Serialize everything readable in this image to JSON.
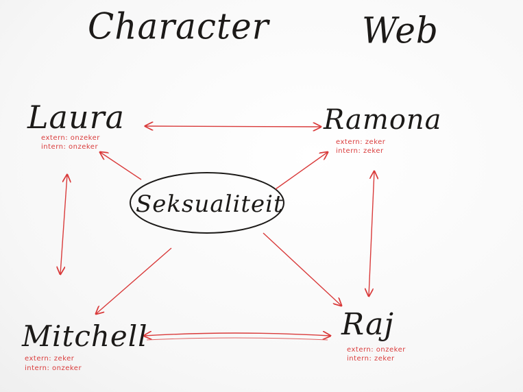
{
  "title": {
    "word1": "Character",
    "word2": "Web"
  },
  "center": {
    "label": "Seksualiteit"
  },
  "characters": {
    "laura": {
      "name": "Laura",
      "extern": "extern: onzeker",
      "intern": "intern: onzeker"
    },
    "ramona": {
      "name": "Ramona",
      "extern": "extern: zeker",
      "intern": "intern: zeker"
    },
    "mitchell": {
      "name": "Mitchell",
      "extern": "extern: zeker",
      "intern": "intern: onzeker"
    },
    "raj": {
      "name": "Raj",
      "extern": "extern: onzeker",
      "intern": "intern: zeker"
    }
  },
  "colors": {
    "ink_black": "#1c1a18",
    "ink_red": "#d93a3a"
  }
}
